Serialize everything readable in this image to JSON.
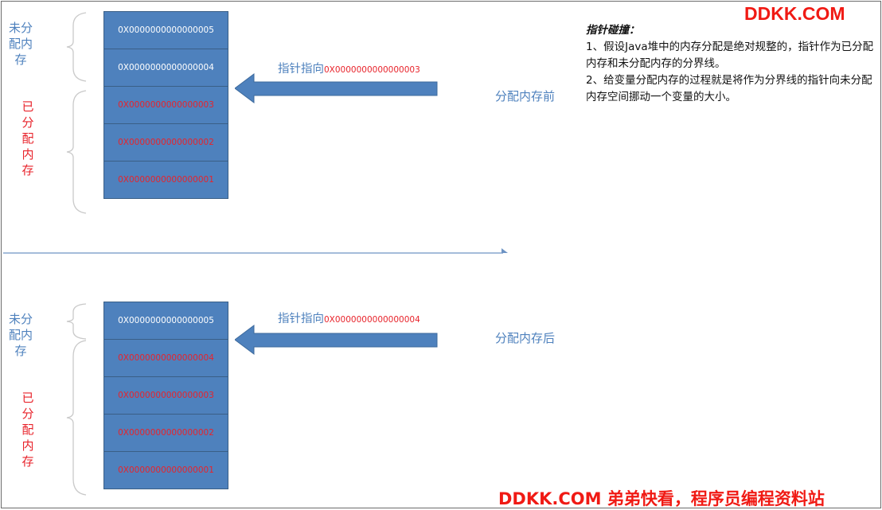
{
  "watermark_top": "DDKK.COM",
  "watermark_bottom": "DDKK.COM 弟弟快看，程序员编程资料站",
  "note": {
    "title": "指针碰撞：",
    "line1": "1、假设Java堆中的内存分配是绝对规整的，指针作为已分配内存和未分配内存的分界线。",
    "line2": "2、给变量分配内存的过程就是将作为分界线的指针向未分配内存空间挪动一个变量的大小。"
  },
  "before": {
    "state_label": "分配内存前",
    "unallocated_label": "未分配内存",
    "allocated_label": "已分配内存",
    "pointer_text": "指针指向",
    "pointer_address": "0X0000000000000003",
    "cells": [
      "0X0000000000000005",
      "0X0000000000000004",
      "0X0000000000000003",
      "0X0000000000000002",
      "0X0000000000000001"
    ]
  },
  "after": {
    "state_label": "分配内存后",
    "unallocated_label": "未分配内存",
    "allocated_label": "已分配内存",
    "pointer_text": "指针指向",
    "pointer_address": "0X0000000000000004",
    "cells": [
      "0X0000000000000005",
      "0X0000000000000004",
      "0X0000000000000003",
      "0X0000000000000002",
      "0X0000000000000001"
    ]
  },
  "colors": {
    "cell_fill": "#4e81bd",
    "allocated_text": "#e8232b",
    "free_text": "#ffffff",
    "label_blue": "#4e81bd",
    "watermark": "#f01a14"
  }
}
